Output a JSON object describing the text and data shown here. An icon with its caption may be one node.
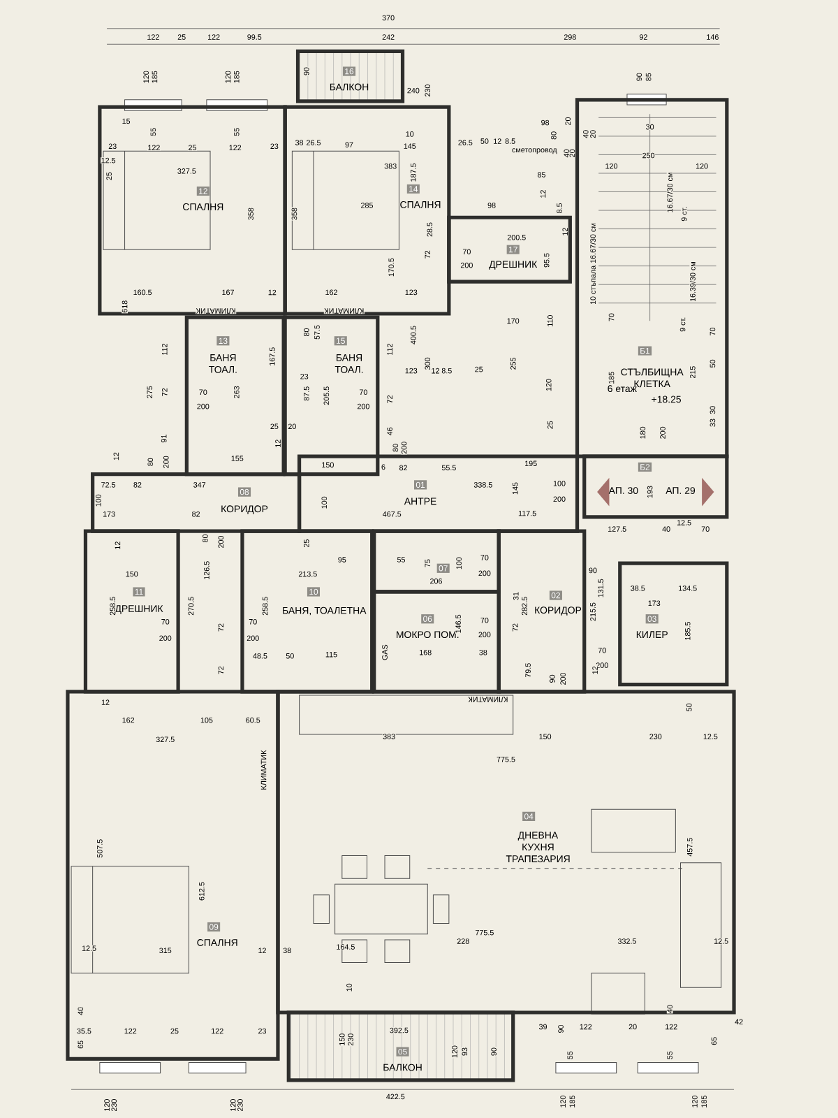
{
  "diagram": {
    "nodes": [
      {
        "text": [
          "16",
          "БАЛКОН"
        ]
      },
      {
        "text": [
          "12",
          "СПАЛНЯ"
        ]
      },
      {
        "text": [
          "14",
          "СПАЛНЯ"
        ]
      },
      {
        "text": [
          "17",
          "ДРЕШНИК"
        ]
      },
      {
        "text": [
          "13",
          "БАНЯ ТОАЛ."
        ]
      },
      {
        "text": [
          "15",
          "БАНЯ ТОАЛ."
        ]
      },
      {
        "text": [
          "Б1",
          "СТЪЛБИЩНА КЛЕТКА",
          "6 етаж",
          "+18.25"
        ]
      },
      {
        "text": [
          "Б2",
          "АП. 30",
          "АП. 29"
        ]
      },
      {
        "text": [
          "08",
          "КОРИДОР"
        ]
      },
      {
        "text": [
          "01",
          "АНТРЕ"
        ]
      },
      {
        "text": [
          "11",
          "ДРЕШНИК"
        ]
      },
      {
        "text": [
          "10",
          "БАНЯ, ТОАЛЕТНА"
        ]
      },
      {
        "text": [
          "07"
        ]
      },
      {
        "text": [
          "06",
          "МОКРО ПОМ."
        ]
      },
      {
        "text": [
          "02",
          "КОРИДОР"
        ]
      },
      {
        "text": [
          "03",
          "КИЛЕР"
        ]
      },
      {
        "text": [
          "04",
          "ДНЕВНА КУХНЯ ТРАПЕЗАРИЯ"
        ]
      },
      {
        "text": [
          "09",
          "СПАЛНЯ"
        ]
      },
      {
        "text": [
          "05",
          "БАЛКОН"
        ]
      }
    ],
    "labels": [
      "370",
      "122",
      "25",
      "122",
      "99.5",
      "242",
      "298",
      "92",
      "146",
      "120",
      "185",
      "120",
      "185",
      "90",
      "90",
      "85",
      "240",
      "230",
      "15",
      "55",
      "55",
      "23",
      "122",
      "25",
      "122",
      "23",
      "12.5",
      "25",
      "327.5",
      "38",
      "26.5",
      "97",
      "10",
      "145",
      "26.5",
      "50",
      "12",
      "8.5",
      "98",
      "80",
      "20",
      "сметопровод",
      "30",
      "40",
      "20",
      "40",
      "20",
      "250",
      "120",
      "120",
      "16.67/30 см",
      "383",
      "187.5",
      "358",
      "358",
      "285",
      "98",
      "85",
      "12",
      "8.5",
      "12",
      "9 ст.",
      "10 стъпала 16.67/30 см",
      "28.5",
      "200.5",
      "95.5",
      "72",
      "70",
      "200",
      "170.5",
      "16.39/30 см",
      "9 ст.",
      "618",
      "160.5",
      "167",
      "12",
      "162",
      "123",
      "КЛИМАТИК",
      "КЛИМАТИК",
      "400.5",
      "170",
      "110",
      "112",
      "112",
      "167.5",
      "80",
      "57.5",
      "275",
      "72",
      "300",
      "123",
      "12",
      "8.5",
      "25",
      "255",
      "70",
      "185",
      "215",
      "50",
      "70",
      "30",
      "263",
      "23",
      "87.5",
      "205.5",
      "120",
      "70",
      "200",
      "70",
      "200",
      "91",
      "72",
      "46",
      "80",
      "200",
      "25",
      "20",
      "12",
      "155",
      "150",
      "25",
      "180",
      "200",
      "33",
      "80",
      "200",
      "12",
      "6",
      "82",
      "55.5",
      "195",
      "72.5",
      "82",
      "347",
      "338.5",
      "145",
      "100",
      "200",
      "193",
      "100",
      "100",
      "173",
      "82",
      "467.5",
      "117.5",
      "127.5",
      "40",
      "12.5",
      "70",
      "80",
      "200",
      "12",
      "25",
      "95",
      "55",
      "75",
      "100",
      "70",
      "200",
      "90",
      "150",
      "213.5",
      "206",
      "126.5",
      "38.5",
      "134.5",
      "131.5",
      "258.5",
      "270.5",
      "258.5",
      "31",
      "173",
      "282.5",
      "215.5",
      "72",
      "72",
      "70",
      "200",
      "70",
      "200",
      "70",
      "200",
      "185.5",
      "48.5",
      "50",
      "115",
      "168",
      "146.5",
      "38",
      "GAS",
      "70",
      "200",
      "72",
      "79.5",
      "12",
      "90",
      "200",
      "12",
      "162",
      "327.5",
      "105",
      "60.5",
      "383",
      "КЛИМАТИК",
      "150",
      "230",
      "12.5",
      "50",
      "775.5",
      "КЛИМАТИК",
      "507.5",
      "612.5",
      "457.5",
      "775.5",
      "12.5",
      "315",
      "12",
      "38",
      "164.5",
      "228",
      "332.5",
      "12.5",
      "40",
      "10",
      "40",
      "35.5",
      "65",
      "122",
      "25",
      "122",
      "23",
      "392.5",
      "39",
      "90",
      "122",
      "20",
      "122",
      "42",
      "65",
      "150",
      "230",
      "120",
      "93",
      "90",
      "55",
      "55",
      "120",
      "230",
      "120",
      "230",
      "422.5",
      "120",
      "185",
      "120",
      "185"
    ]
  }
}
